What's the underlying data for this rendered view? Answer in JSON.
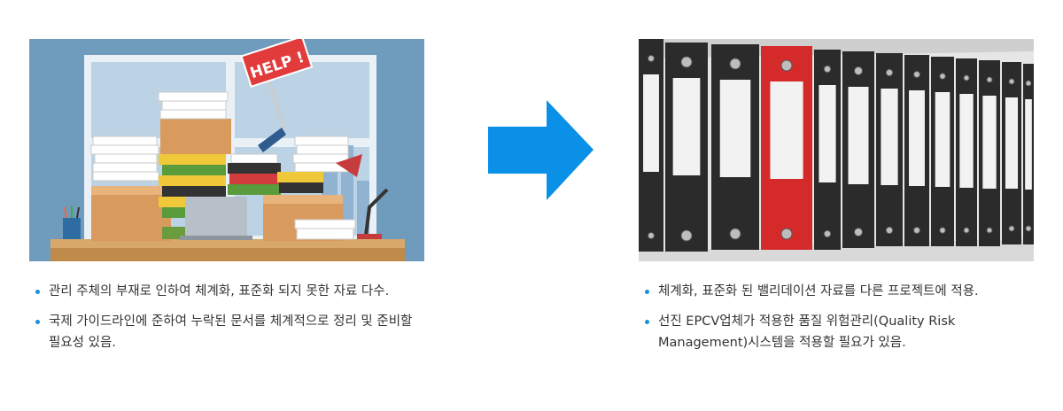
{
  "left": {
    "sign_text": "HELP !",
    "bullets": [
      "관리 주체의 부재로 인하여 체계화, 표준화 되지 못한 자료 다수.",
      "국제 가이드라인에 준하여 누락된 문서를 체계적으로 정리 및 준비할 필요성 있음."
    ]
  },
  "right": {
    "bullets": [
      "체계화, 표준화 된 밸리데이션 자료를 다른 프로젝트에 적용.",
      "선진 EPCV업체가 적용한 품질 위험관리(Quality Risk Management)시스템을 적용할 필요가 있음."
    ]
  },
  "colors": {
    "accent": "#0a90e6",
    "bullet": "#1a8fe0",
    "binder_red": "#d42a2a"
  },
  "icons": {
    "arrow": "arrow-right-icon"
  }
}
